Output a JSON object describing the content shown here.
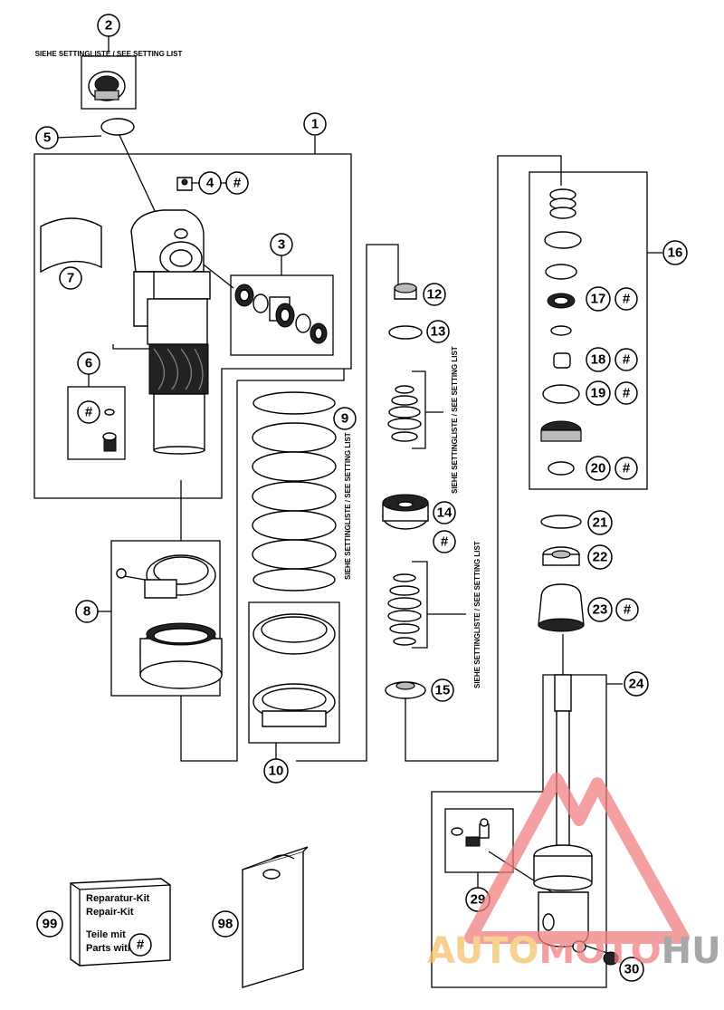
{
  "notes": {
    "setting_list": "SIEHE SETTINGLISTE / SEE SETTING LIST",
    "setting_list_compact": "SIEHE SETTINGLISTE / SEE SETTING LIST"
  },
  "callouts": {
    "c1": "1",
    "c2": "2",
    "c3": "3",
    "c4": "4",
    "c5": "5",
    "c6": "6",
    "c7": "7",
    "c8": "8",
    "c9": "9",
    "c10": "10",
    "c12": "12",
    "c13": "13",
    "c14": "14",
    "c15": "15",
    "c16": "16",
    "c17": "17",
    "c18": "18",
    "c19": "19",
    "c20": "20",
    "c21": "21",
    "c22": "22",
    "c23": "23",
    "c24": "24",
    "c29": "29",
    "c30": "30",
    "c98": "98",
    "c99": "99",
    "hash": "#"
  },
  "repair_kit": {
    "line1": "Reparatur-Kit",
    "line2": "Repair-Kit",
    "line3": "Teile mit",
    "line4": "Parts with"
  },
  "watermark": {
    "part1": "AUTO",
    "part2": "MOTO",
    "part3": "HUB",
    "color1": "#f5c26b",
    "color2": "#f08080",
    "color3": "#8a8a8a"
  }
}
